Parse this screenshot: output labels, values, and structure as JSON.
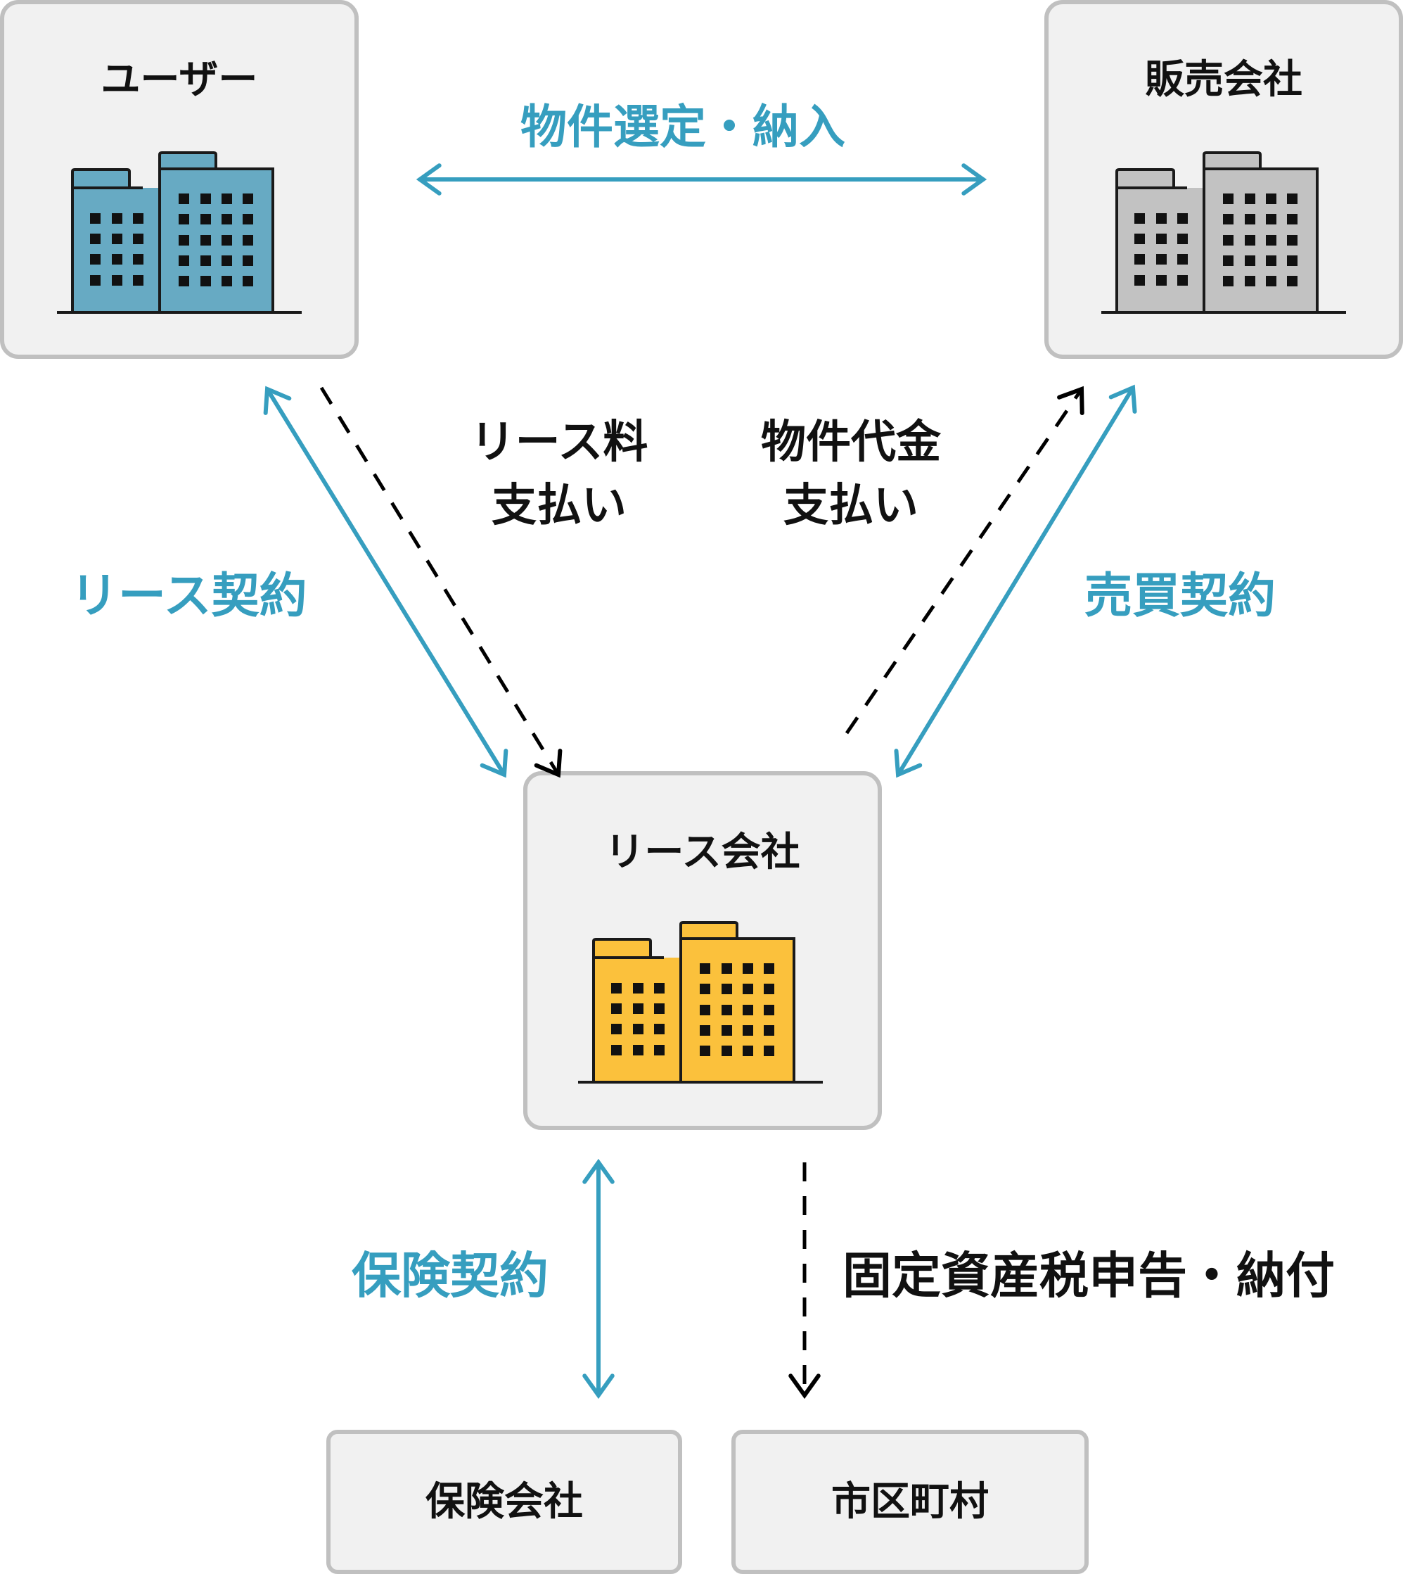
{
  "nodes": {
    "user": {
      "title": "ユーザー",
      "color": "#67aac3",
      "icon": "office-building-icon"
    },
    "vendor": {
      "title": "販売会社",
      "color": "#c2c2c2",
      "icon": "office-building-icon"
    },
    "lease_company": {
      "title": "リース会社",
      "color": "#fbc13c",
      "icon": "office-building-icon"
    },
    "insurance_company": {
      "title": "保険会社"
    },
    "municipality": {
      "title": "市区町村"
    }
  },
  "relations": {
    "selection_delivery": "物件選定・納入",
    "lease_contract": "リース契約",
    "lease_fee_payment": {
      "line1": "リース料",
      "line2": "支払い"
    },
    "property_payment": {
      "line1": "物件代金",
      "line2": "支払い"
    },
    "sales_contract": "売買契約",
    "insurance_contract": "保険契約",
    "property_tax": "固定資産税申告・納付"
  },
  "colors": {
    "contract_arrow": "#369ebf",
    "payment_arrow": "#000000",
    "box_bg": "#f1f1f1",
    "box_border": "#c0c0c0"
  }
}
